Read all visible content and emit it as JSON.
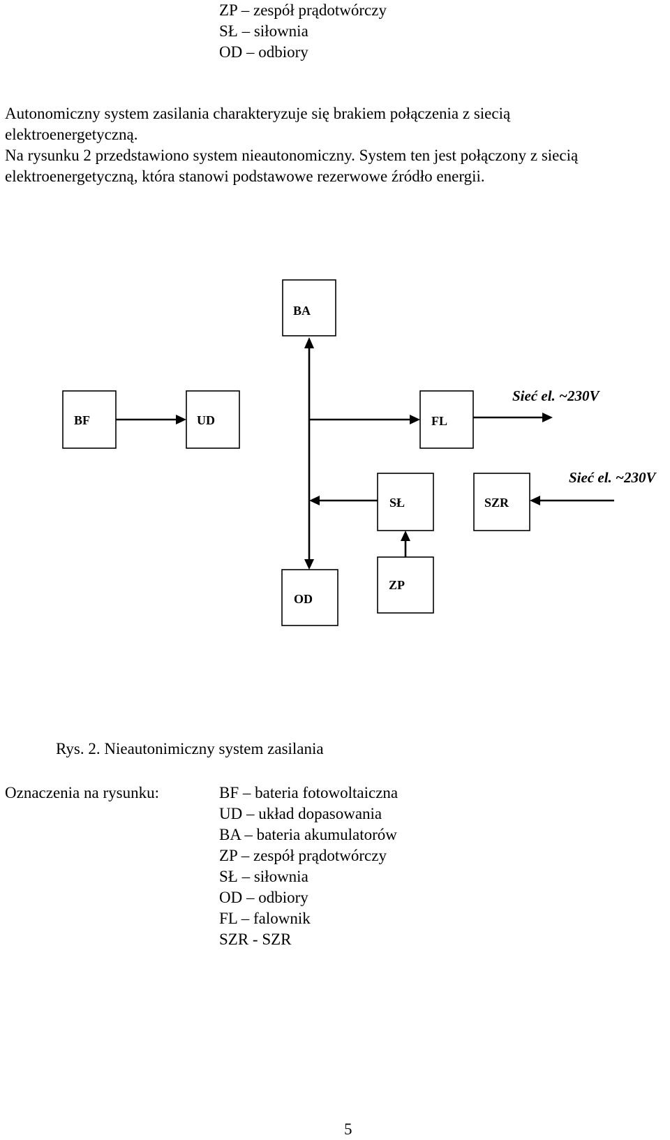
{
  "top_legend": [
    "ZP – zespół prądotwórczy",
    "SŁ – siłownia",
    "OD – odbiory"
  ],
  "paragraphs": [
    "Autonomiczny system zasilania charakteryzuje się brakiem połączenia z siecią",
    "elektroenergetyczną.",
    "Na rysunku 2 przedstawiono system nieautonomiczny. System ten jest połączony z siecią",
    "elektroenergetyczną, która stanowi podstawowe rezerwowe źródło energii."
  ],
  "diagram": {
    "boxes": {
      "ba": "BA",
      "bf": "BF",
      "ud": "UD",
      "fl": "FL",
      "sl": "SŁ",
      "szr": "SZR",
      "od": "OD",
      "zp": "ZP"
    },
    "grid_label_1": "Sieć el. ~230V",
    "grid_label_2": "Sieć el. ~230V"
  },
  "caption": "Rys. 2. Nieautonimiczny system zasilania",
  "legend_heading": "Oznaczenia na rysunku:",
  "legend_items": [
    "BF – bateria fotowoltaiczna",
    "UD – układ dopasowania",
    "BA – bateria akumulatorów",
    "ZP – zespół prądotwórczy",
    "SŁ – siłownia",
    "OD – odbiory",
    "FL – falownik",
    "SZR - SZR"
  ],
  "page_number": "5"
}
